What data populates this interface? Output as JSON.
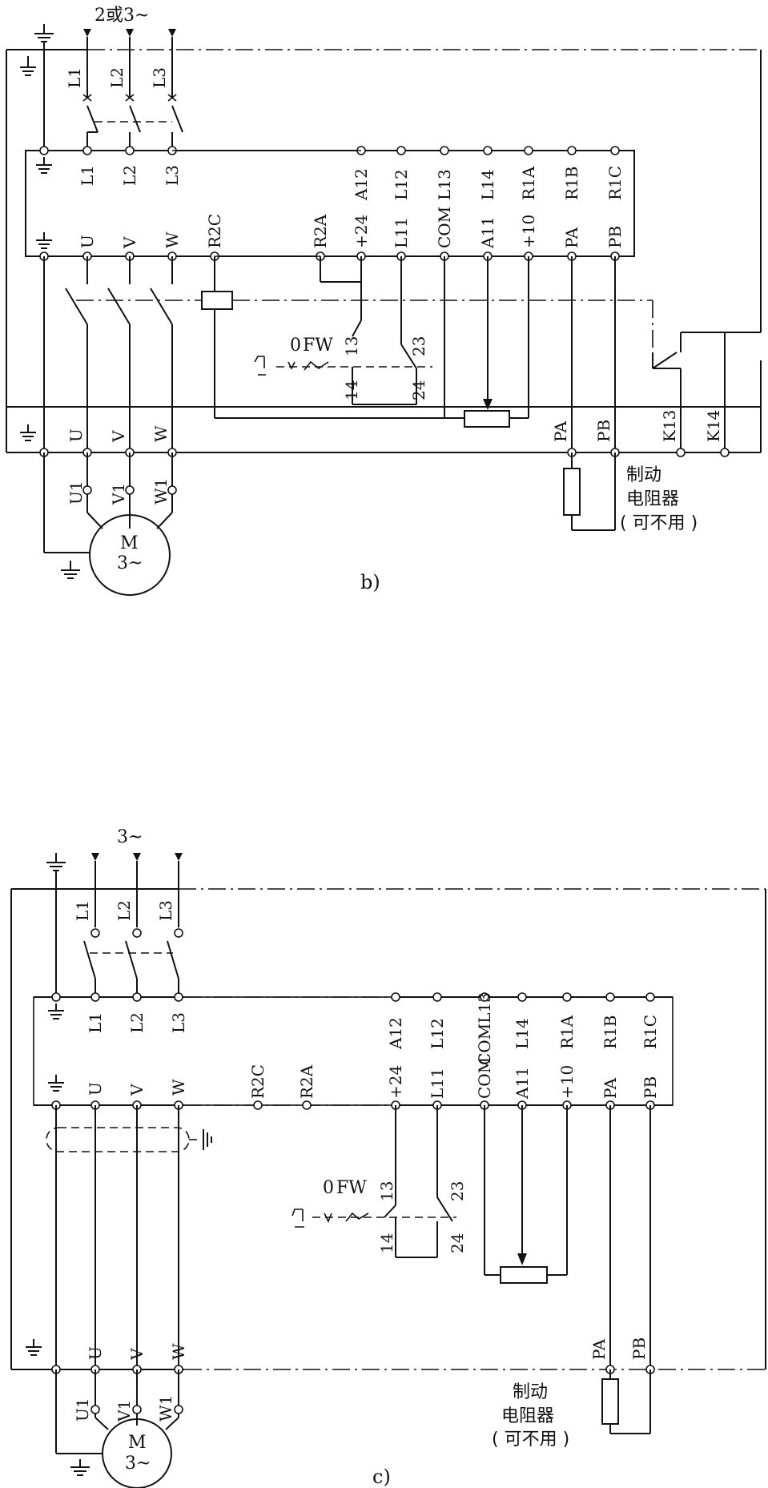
{
  "diagram_b": {
    "caption": "b)",
    "supply": "2或3~",
    "supply_terminals": [
      "L1",
      "L2",
      "L3"
    ],
    "top_terminals": [
      "L1",
      "L2",
      "L3",
      "A12",
      "L12",
      "L13",
      "L14",
      "R1A",
      "R1B",
      "R1C"
    ],
    "mid_terminals": [
      "U",
      "V",
      "W",
      "R2C",
      "R2A",
      "+24",
      "L11",
      "COM",
      "A11",
      "+10",
      "PA",
      "PB"
    ],
    "bottom_terminals": [
      "U",
      "V",
      "W",
      "PA",
      "PB",
      "K13",
      "K14"
    ],
    "motor_terminals": [
      "U1",
      "V1",
      "W1"
    ],
    "switch": {
      "pos0": "0",
      "fw": "FW",
      "c13": "13",
      "c14": "14",
      "c23": "23",
      "c24": "24"
    },
    "motor": {
      "name": "M",
      "type": "3~"
    },
    "brake": {
      "line1": "制动",
      "line2": "电阻器",
      "line3": "( 可不用 )"
    }
  },
  "diagram_c": {
    "caption": "c)",
    "supply": "3~",
    "supply_terminals": [
      "L1",
      "L2",
      "L3"
    ],
    "top_terminals": [
      "L1",
      "L2",
      "L3",
      "A12",
      "L12",
      "COML13",
      "L14",
      "R1A",
      "R1B",
      "R1C"
    ],
    "mid_terminals": [
      "U",
      "V",
      "W",
      "R2C",
      "R2A",
      "+24",
      "L11",
      "COM",
      "A11",
      "+10",
      "PA",
      "PB"
    ],
    "bottom_terminals": [
      "U",
      "V",
      "W",
      "PA",
      "PB"
    ],
    "motor_terminals": [
      "U1",
      "V1",
      "W1"
    ],
    "switch": {
      "pos0": "0",
      "fw": "FW",
      "c13": "13",
      "c14": "14",
      "c23": "23",
      "c24": "24"
    },
    "motor": {
      "name": "M",
      "type": "3~"
    },
    "brake": {
      "line1": "制动",
      "line2": "电阻器",
      "line3": "( 可不用 )"
    }
  }
}
